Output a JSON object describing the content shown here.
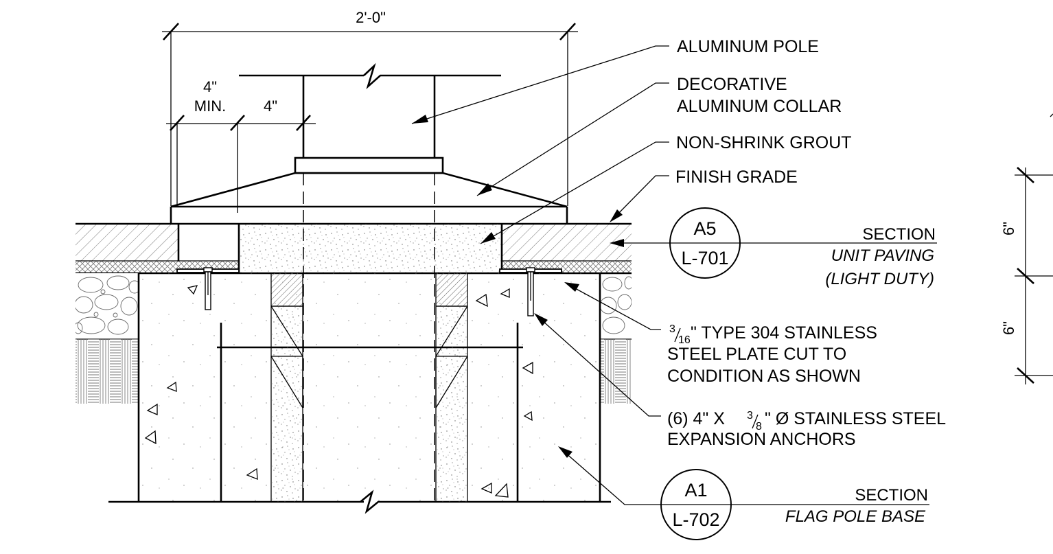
{
  "drawing": {
    "dimensions": {
      "overall_width": "2'-0\"",
      "min_top": "4\"",
      "min_bottom": "MIN.",
      "offset": "4\"",
      "right_upper": "6\"",
      "right_lower": "6\""
    },
    "notes": {
      "pole": "ALUMINUM POLE",
      "collar_1": "DECORATIVE",
      "collar_2": "ALUMINUM COLLAR",
      "grout": "NON-SHRINK GROUT",
      "grade": "FINISH GRADE",
      "plate_1_num": "3",
      "plate_1_den": "16",
      "plate_1_rest": "\" TYPE 304 STAINLESS",
      "plate_2": "STEEL PLATE CUT TO",
      "plate_3": "CONDITION AS SHOWN",
      "anchor_1_a": "(6) 4\" X ",
      "anchor_1_num": "3",
      "anchor_1_den": "8",
      "anchor_1_b": "\" Ø STAINLESS STEEL",
      "anchor_2": "EXPANSION ANCHORS"
    },
    "references": [
      {
        "detail": "A5",
        "sheet": "L-701",
        "label": "SECTION",
        "title_1": "UNIT PAVING",
        "title_2": "(LIGHT DUTY)"
      },
      {
        "detail": "A1",
        "sheet": "L-702",
        "label": "SECTION",
        "title_1": "FLAG POLE BASE"
      }
    ]
  }
}
